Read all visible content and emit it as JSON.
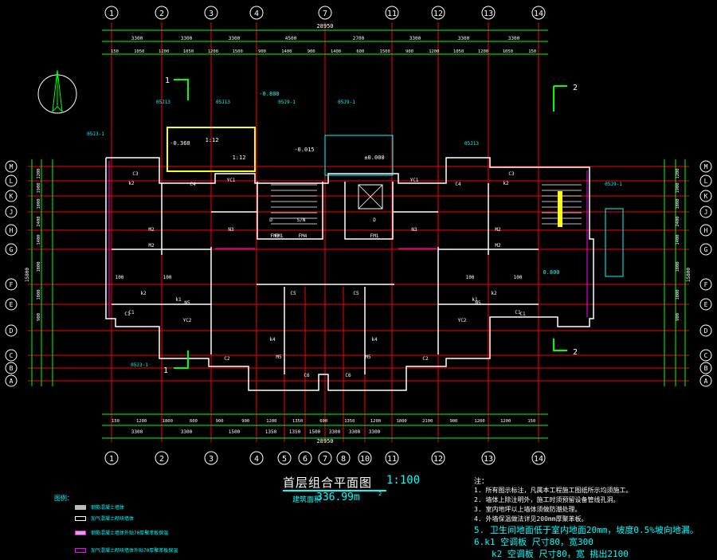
{
  "axes_top": [
    "1",
    "2",
    "3",
    "4",
    "7",
    "11",
    "12",
    "13",
    "14"
  ],
  "axes_bottom": [
    "1",
    "2",
    "3",
    "4",
    "5",
    "6",
    "7",
    "8",
    "10",
    "11",
    "12",
    "13",
    "14"
  ],
  "axes_left": [
    "M",
    "L",
    "K",
    "J",
    "H",
    "G",
    "F",
    "E",
    "D",
    "C",
    "B",
    "A"
  ],
  "axes_right": [
    "M",
    "L",
    "K",
    "J",
    "H",
    "G",
    "F",
    "E",
    "D",
    "C",
    "B",
    "A"
  ],
  "dims": {
    "total_top": "28950",
    "total_bottom": "28950",
    "top_row1": [
      "3300",
      "3300",
      "3300",
      "4500",
      "2700",
      "3300",
      "3300",
      "3300"
    ],
    "top_row2": [
      "150",
      "1050",
      "1200",
      "1050",
      "1200",
      "1500",
      "900",
      "1400",
      "900",
      "1400",
      "600",
      "1500",
      "900",
      "1200",
      "1050",
      "1200",
      "1050",
      "150"
    ],
    "bottom_row1": [
      "3300",
      "3300",
      "1500",
      "1350",
      "1350",
      "1500",
      "3300",
      "3300",
      "3300"
    ],
    "bottom_row2": [
      "150",
      "1200",
      "1800",
      "600",
      "900",
      "900",
      "1200",
      "1350",
      "600",
      "1350",
      "1200",
      "1800",
      "2100",
      "900",
      "1200",
      "1200",
      "150"
    ],
    "left_total": "15800",
    "right_total": "15800",
    "left_segments": [
      "1200",
      "1900",
      "1800",
      "2400",
      "1400",
      "1800",
      "1800",
      "900"
    ],
    "right_segments": [
      "1200",
      "1900",
      "1800",
      "2400",
      "1400",
      "1800",
      "1800",
      "900"
    ]
  },
  "plan_labels": {
    "elev_1": "-0.800",
    "elev_2": "-0.360",
    "elev_3": "-0.015",
    "elev_4": "±0.000",
    "elev_5": "0.800",
    "ramp_1": "1:12",
    "ramp_2": "1:12",
    "ref_1": "05J13",
    "ref_2": "05J13",
    "ref_3": "05J9-1",
    "ref_4": "05J9-1",
    "ref_5": "05J3-1",
    "ref_6": "05J3-1",
    "ref_7": "05J13",
    "ref_8": "05J9-1",
    "section_1": "1",
    "section_1b": "1",
    "section_2": "2",
    "section_2b": "2",
    "win": [
      "C4",
      "C4",
      "C3",
      "C3",
      "C1",
      "C1",
      "C2",
      "C2",
      "C5",
      "C5",
      "C6",
      "C6",
      "C1",
      "C1"
    ],
    "door": [
      "M2",
      "M2",
      "M2",
      "M2",
      "N3",
      "N3",
      "N5",
      "N5",
      "M5",
      "M5",
      "YC1",
      "YC1",
      "YC2",
      "YC2",
      "FM1",
      "FM1",
      "FM3",
      "FM4",
      "D",
      "D",
      "S/N"
    ],
    "misc": [
      "k2",
      "k2",
      "k2",
      "k2",
      "k1",
      "k1",
      "k4",
      "k4",
      "100",
      "100",
      "100",
      "100"
    ]
  },
  "title": {
    "main": "首层组合平面图",
    "scale": "1:100",
    "area_label": "建筑面积",
    "area_value": "336.99m",
    "area_sup": "2"
  },
  "notes": {
    "heading": "注：",
    "items": [
      "1. 所有图示标注，凡属本工程施工图纸所示均须施工。",
      "2. 墙体上除注明外，施工时须预留设备管线孔洞。",
      "3. 室内地坪以上墙体须做防潮处理。",
      "4. 外墙保温做法详见200mm厚聚苯板。",
      "5. 卫生间地面低于室内地面20mm，坡度0.5%坡向地漏。",
      "6.k1  空调板  尺寸80，宽300",
      "k2  空调板  尺寸80，宽  挑出2100"
    ]
  },
  "legend": {
    "heading": "图例：",
    "items": [
      "钢筋混凝土墙体",
      "加气混凝土砌块墙体",
      "钢筋混凝土墙体外贴70厚聚苯板保温",
      "加气混凝土砌块墙体外贴70厚聚苯板保温"
    ]
  },
  "colors": {
    "axis": "#ff0000",
    "dim": "#00ff00",
    "wall": "#ffffff",
    "text": "#00ffff",
    "accent": "#ffff00",
    "fixture": "#ff00ff"
  }
}
